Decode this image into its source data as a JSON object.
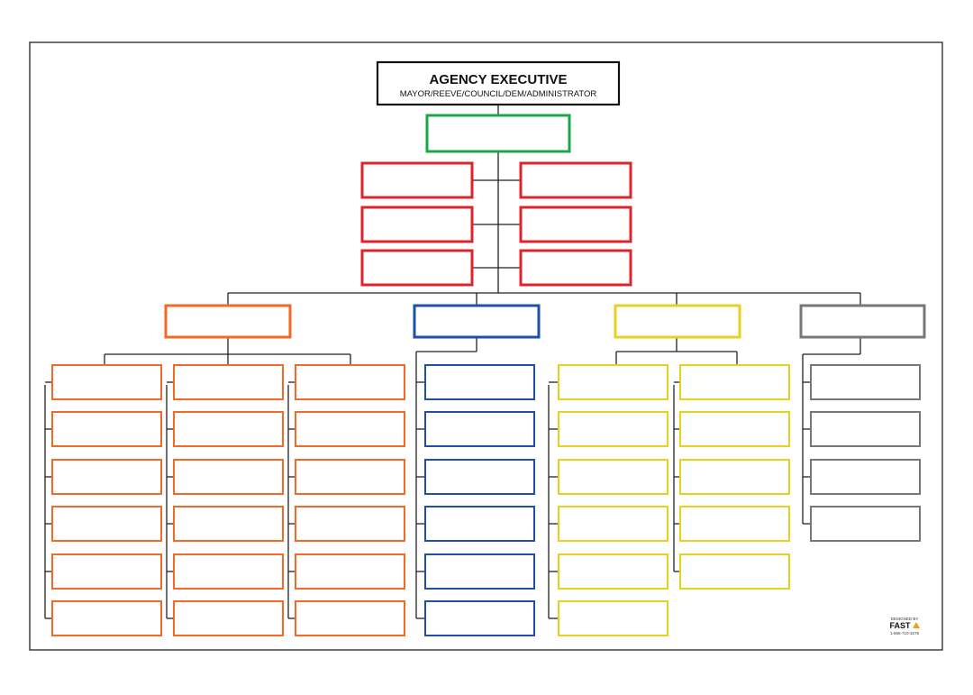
{
  "executive": {
    "title": "AGENCY EXECUTIVE",
    "subtitle": "MAYOR/REEVE/COUNCIL/DEM/ADMINISTRATOR"
  },
  "colors": {
    "command": "#1aa64a",
    "command_staff": "#e0232b",
    "operations": "#f26a25",
    "planning": "#1f4fa8",
    "logistics": "#e9cf1e",
    "finance": "#77777a",
    "line": "#222222"
  },
  "structure": {
    "command_staff_boxes": 6,
    "section_boxes": 4,
    "operations_units": [
      6,
      6,
      6
    ],
    "planning_units": [
      6
    ],
    "logistics_units": [
      6,
      5
    ],
    "finance_units": [
      4
    ]
  },
  "logo": {
    "tagline": "DESIGNED BY",
    "brand": "FAST",
    "phone": "1-866-710-3278"
  }
}
